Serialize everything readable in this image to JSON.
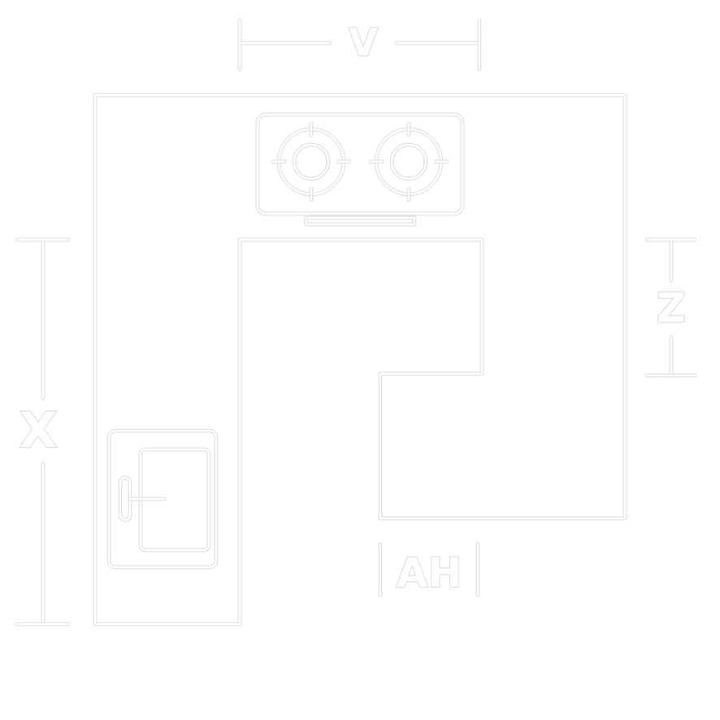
{
  "labels": {
    "top": "V",
    "left": "X",
    "right": "Z",
    "bottom": "AH"
  }
}
